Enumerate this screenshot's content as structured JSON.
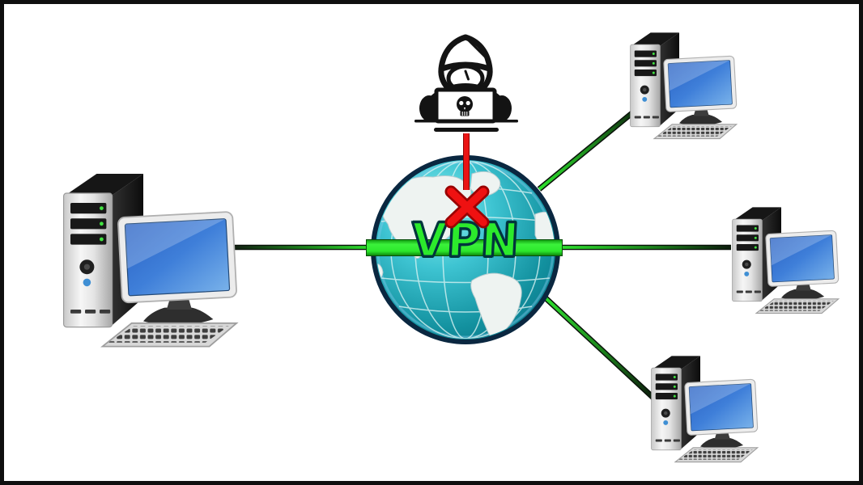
{
  "page": {
    "background_color": "#ffffff",
    "border_color": "#0f0f0f"
  },
  "diagram": {
    "type": "diagram",
    "topic": "VPN on the internet blocking a hacker between computers",
    "vpn": {
      "label": "VPN",
      "banner_color": "#2ce82c",
      "text_color": "#2cea2c"
    },
    "globe": {
      "ocean_color": "#1899a8",
      "continent_color": "#eef3f1",
      "rim_color": "#0a2740"
    },
    "hacker": {
      "icon": "hacker-icon",
      "attack_status": "blocked",
      "attack_line_color": "#ea1414",
      "blocked_mark": "red-x"
    },
    "computers": [
      {
        "id": "client-computer-left",
        "position": "left"
      },
      {
        "id": "remote-computer-top-right",
        "position": "top-right"
      },
      {
        "id": "remote-computer-middle-right",
        "position": "middle-right"
      },
      {
        "id": "remote-computer-bottom-right",
        "position": "bottom-right"
      }
    ],
    "connections": [
      {
        "from": "client-computer-left",
        "to": "vpn-globe",
        "color": "#22cc22",
        "style": "solid"
      },
      {
        "from": "vpn-globe",
        "to": "remote-computer-top-right",
        "color": "#22cc22",
        "style": "solid"
      },
      {
        "from": "vpn-globe",
        "to": "remote-computer-middle-right",
        "color": "#22cc22",
        "style": "solid"
      },
      {
        "from": "vpn-globe",
        "to": "remote-computer-bottom-right",
        "color": "#22cc22",
        "style": "solid"
      },
      {
        "from": "hacker",
        "to": "vpn-globe",
        "color": "#ea1414",
        "style": "blocked"
      }
    ],
    "icons": [
      "desktop-computer-icon",
      "globe-icon",
      "hacker-icon",
      "skull-icon",
      "x-blocked-icon"
    ]
  }
}
